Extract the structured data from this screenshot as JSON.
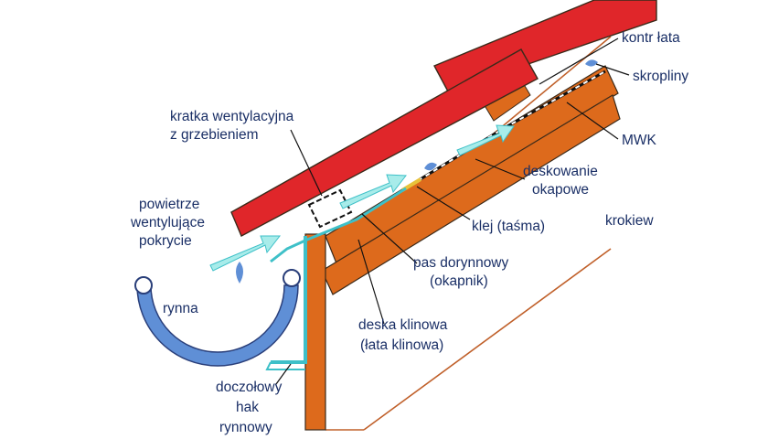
{
  "labels": {
    "kontr_lata": "kontr łata",
    "skropliny": "skropliny",
    "kratka_1": "kratka wentylacyjna",
    "kratka_2": "z grzebieniem",
    "mwk": "MWK",
    "deskowanie_1": "deskowanie",
    "deskowanie_2": "okapowe",
    "powietrze_1": "powietrze",
    "powietrze_2": "wentylujące",
    "powietrze_3": "pokrycie",
    "klej": "klej (taśma)",
    "krokiew": "krokiew",
    "pas_1": "pas dorynnowy",
    "pas_2": "(okapnik)",
    "rynna": "rynna",
    "deska_1": "deska klinowa",
    "deska_2": "(łata klinowa)",
    "hak_1": "doczołowy",
    "hak_2": "hak",
    "hak_3": "rynnowy"
  },
  "colors": {
    "roof_tile": "#e0262a",
    "timber": "#dd6a1c",
    "membrane": "#3ec0c8",
    "air_arrow": "#a8ecea",
    "gutter": "#5f8fd6",
    "text": "#1a2f66",
    "outline": "#3a2a1a"
  }
}
